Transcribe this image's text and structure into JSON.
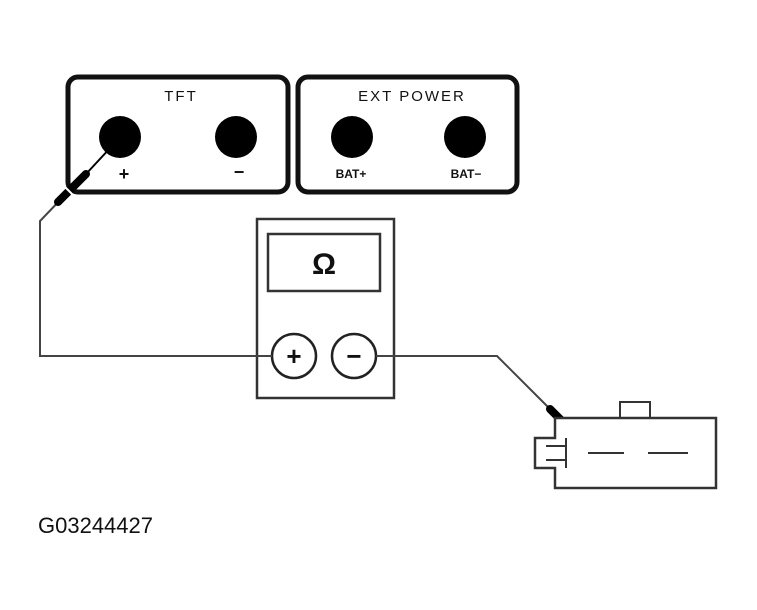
{
  "tft_panel": {
    "title": "TFT",
    "plus_label": "+",
    "minus_label": "−"
  },
  "ext_power_panel": {
    "title": "EXT POWER",
    "bat_plus_label": "BAT+",
    "bat_minus_label": "BAT−"
  },
  "meter": {
    "display_symbol": "Ω",
    "plus_terminal": "+",
    "minus_terminal": "−"
  },
  "figure_code": "G03244427"
}
